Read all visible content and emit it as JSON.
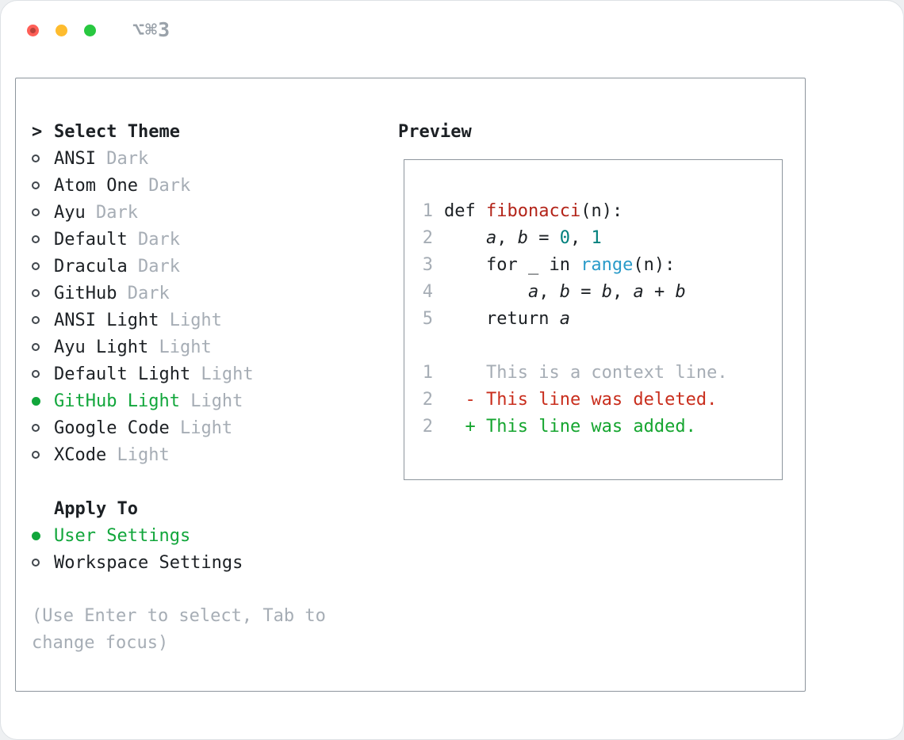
{
  "titlebar": {
    "shortcut": "⌥⌘3",
    "buttons": [
      "close",
      "minimize",
      "zoom"
    ]
  },
  "theme_list": {
    "header_prefix": ">",
    "header": "Select Theme",
    "items": [
      {
        "name": "ANSI",
        "variant": "Dark",
        "selected": false
      },
      {
        "name": "Atom One",
        "variant": "Dark",
        "selected": false
      },
      {
        "name": "Ayu",
        "variant": "Dark",
        "selected": false
      },
      {
        "name": "Default",
        "variant": "Dark",
        "selected": false
      },
      {
        "name": "Dracula",
        "variant": "Dark",
        "selected": false
      },
      {
        "name": "GitHub",
        "variant": "Dark",
        "selected": false
      },
      {
        "name": "ANSI Light",
        "variant": "Light",
        "selected": false
      },
      {
        "name": "Ayu Light",
        "variant": "Light",
        "selected": false
      },
      {
        "name": "Default Light",
        "variant": "Light",
        "selected": false
      },
      {
        "name": "GitHub Light",
        "variant": "Light",
        "selected": true
      },
      {
        "name": "Google Code",
        "variant": "Light",
        "selected": false
      },
      {
        "name": "XCode",
        "variant": "Light",
        "selected": false
      }
    ]
  },
  "apply_to": {
    "header": "Apply To",
    "items": [
      {
        "name": "User Settings",
        "selected": true
      },
      {
        "name": "Workspace Settings",
        "selected": false
      }
    ]
  },
  "help_lines": [
    "(Use Enter to select, Tab to",
    "change focus)"
  ],
  "preview": {
    "header": "Preview",
    "code_lines": [
      {
        "number": "1",
        "spans": [
          {
            "t": "def ",
            "c": "text"
          },
          {
            "t": "fibonacci",
            "c": "keyword_red"
          },
          {
            "t": "(n):",
            "c": "text"
          }
        ]
      },
      {
        "number": "2",
        "spans": [
          {
            "t": "    ",
            "c": "text"
          },
          {
            "t": "a",
            "c": "text",
            "i": 1
          },
          {
            "t": ", ",
            "c": "text"
          },
          {
            "t": "b",
            "c": "text",
            "i": 1
          },
          {
            "t": " = ",
            "c": "text"
          },
          {
            "t": "0",
            "c": "number_teal"
          },
          {
            "t": ", ",
            "c": "text"
          },
          {
            "t": "1",
            "c": "number_teal"
          }
        ]
      },
      {
        "number": "3",
        "spans": [
          {
            "t": "    for _ in ",
            "c": "text"
          },
          {
            "t": "range",
            "c": "func_blue"
          },
          {
            "t": "(n):",
            "c": "text"
          }
        ]
      },
      {
        "number": "4",
        "spans": [
          {
            "t": "        ",
            "c": "text"
          },
          {
            "t": "a",
            "c": "text",
            "i": 1
          },
          {
            "t": ", ",
            "c": "text"
          },
          {
            "t": "b",
            "c": "text",
            "i": 1
          },
          {
            "t": " = ",
            "c": "text"
          },
          {
            "t": "b",
            "c": "text",
            "i": 1
          },
          {
            "t": ", ",
            "c": "text"
          },
          {
            "t": "a",
            "c": "text",
            "i": 1
          },
          {
            "t": " + ",
            "c": "text"
          },
          {
            "t": "b",
            "c": "text",
            "i": 1
          }
        ]
      },
      {
        "number": "5",
        "spans": [
          {
            "t": "    return ",
            "c": "text"
          },
          {
            "t": "a",
            "c": "text",
            "i": 1
          }
        ]
      },
      {
        "number": "",
        "spans": []
      },
      {
        "number": "1",
        "spans": [
          {
            "t": "    This is a context line.",
            "c": "muted"
          }
        ]
      },
      {
        "number": "2",
        "spans": [
          {
            "t": "  - This line was deleted.",
            "c": "deleted_red"
          }
        ]
      },
      {
        "number": "2",
        "spans": [
          {
            "t": "  + This line was added.",
            "c": "added_green"
          }
        ]
      }
    ]
  },
  "colors": {
    "text": "#1c2024",
    "muted": "#a6adb5",
    "selected_green": "#11a63b",
    "keyword_red": "#b32419",
    "deleted_red": "#c92e1d",
    "added_green": "#15a52f",
    "number_teal": "#00807d",
    "func_blue": "#2a9bc9"
  }
}
